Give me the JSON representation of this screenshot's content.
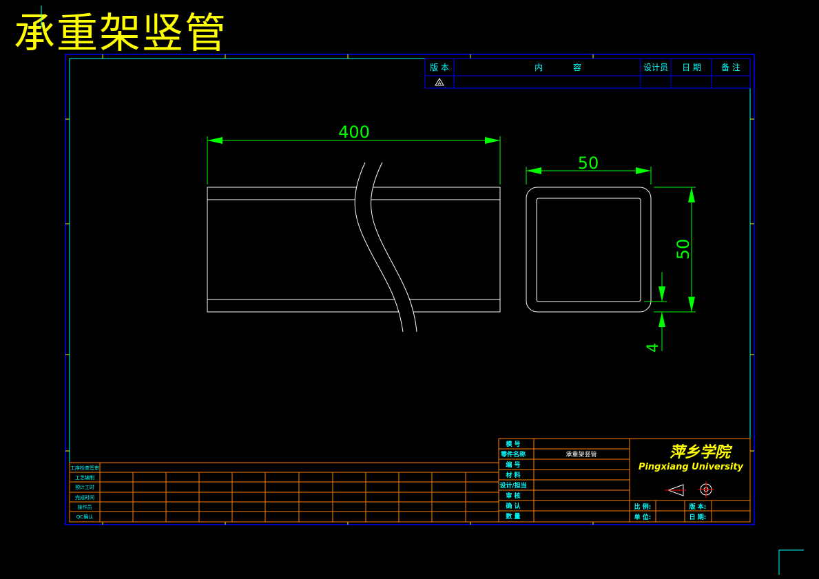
{
  "drawing_title": "承重架竖管",
  "revision_table": {
    "headers": [
      "版 本",
      "内  容",
      "设计员",
      "日 期",
      "备 注"
    ],
    "first_row_mark": "A"
  },
  "dimensions": {
    "length": "400",
    "width": "50",
    "height": "50",
    "wall": "4"
  },
  "left_table": {
    "rows": [
      "工序检查签审",
      "工艺编制",
      "预计工时",
      "完成时间",
      "操作员",
      "QC确认"
    ]
  },
  "title_block": {
    "labels": [
      "模  号",
      "零件名称",
      "编  号",
      "材  料",
      "设计/担当",
      "审  核",
      "确  认",
      "数  量"
    ],
    "part_name": "承重架竖管",
    "school_cn": "萍乡学院",
    "school_en": "Pingxiang University",
    "scale_label": "比 例:",
    "version_label": "版 本:",
    "unit_label": "单 位:",
    "date_label": "日 期:"
  },
  "colors": {
    "background": "#000000",
    "frame": "#0000ff",
    "inner_frame": "#00ffff",
    "table_lines": "#ff7f00",
    "table_text": "#00ffff",
    "dimension": "#00ff00",
    "geometry": "#ffffff",
    "title": "#ffff00"
  }
}
